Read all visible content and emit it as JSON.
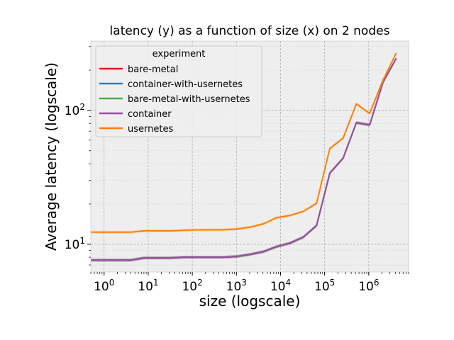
{
  "chart_data": {
    "type": "line",
    "title": "latency (y) as a function of size (x) on 2 nodes",
    "xlabel": "size (logscale)",
    "ylabel": "Average latency (logscale)",
    "xscale": "log",
    "yscale": "log",
    "xlim": [
      0.5,
      8000000
    ],
    "ylim": [
      6.2,
      330
    ],
    "grid": true,
    "legend": {
      "title": "experiment",
      "placement": "top-left"
    },
    "x_tick_labels": [
      {
        "base": "10",
        "exp": "0",
        "value": 1
      },
      {
        "base": "10",
        "exp": "1",
        "value": 10
      },
      {
        "base": "10",
        "exp": "2",
        "value": 100
      },
      {
        "base": "10",
        "exp": "3",
        "value": 1000
      },
      {
        "base": "10",
        "exp": "4",
        "value": 10000
      },
      {
        "base": "10",
        "exp": "5",
        "value": 100000
      },
      {
        "base": "10",
        "exp": "6",
        "value": 1000000
      }
    ],
    "y_tick_labels": [
      {
        "base": "10",
        "exp": "1",
        "value": 10
      },
      {
        "base": "10",
        "exp": "2",
        "value": 100
      }
    ],
    "x": [
      0,
      1,
      2,
      4,
      8,
      16,
      32,
      64,
      128,
      256,
      512,
      1024,
      2048,
      4096,
      8192,
      16384,
      32768,
      65536,
      131072,
      262144,
      524288,
      1048576,
      2097152,
      4194304
    ],
    "series": [
      {
        "name": "bare-metal",
        "color": "#e41a1c",
        "values": [
          7.6,
          7.6,
          7.6,
          7.6,
          7.9,
          7.9,
          7.9,
          8.0,
          8.0,
          8.0,
          8.0,
          8.1,
          8.4,
          8.8,
          9.6,
          10.2,
          11.3,
          13.8,
          34,
          44,
          81,
          78,
          162,
          245
        ]
      },
      {
        "name": "container-with-usernetes",
        "color": "#377eb8",
        "values": [
          7.6,
          7.6,
          7.6,
          7.6,
          7.9,
          7.9,
          7.9,
          8.0,
          8.0,
          8.0,
          8.0,
          8.1,
          8.4,
          8.8,
          9.6,
          10.2,
          11.3,
          13.8,
          34,
          44,
          81,
          78,
          162,
          245
        ]
      },
      {
        "name": "bare-metal-with-usernetes",
        "color": "#4daf4a",
        "values": [
          7.6,
          7.6,
          7.6,
          7.6,
          7.9,
          7.9,
          7.9,
          8.0,
          8.0,
          8.0,
          8.0,
          8.1,
          8.4,
          8.8,
          9.6,
          10.2,
          11.3,
          13.8,
          34,
          44,
          81,
          78,
          162,
          245
        ]
      },
      {
        "name": "container",
        "color": "#984ea3",
        "values": [
          7.6,
          7.6,
          7.6,
          7.6,
          7.9,
          7.9,
          7.9,
          8.0,
          8.0,
          8.0,
          8.0,
          8.1,
          8.4,
          8.8,
          9.6,
          10.2,
          11.3,
          13.8,
          34,
          44,
          81,
          78,
          162,
          245
        ]
      },
      {
        "name": "usernetes",
        "color": "#ff7f00",
        "values": [
          12.3,
          12.3,
          12.3,
          12.3,
          12.6,
          12.6,
          12.6,
          12.7,
          12.8,
          12.8,
          12.8,
          13.0,
          13.4,
          14.2,
          15.8,
          16.4,
          17.6,
          20.2,
          52,
          62,
          112,
          95,
          168,
          268
        ]
      }
    ]
  }
}
